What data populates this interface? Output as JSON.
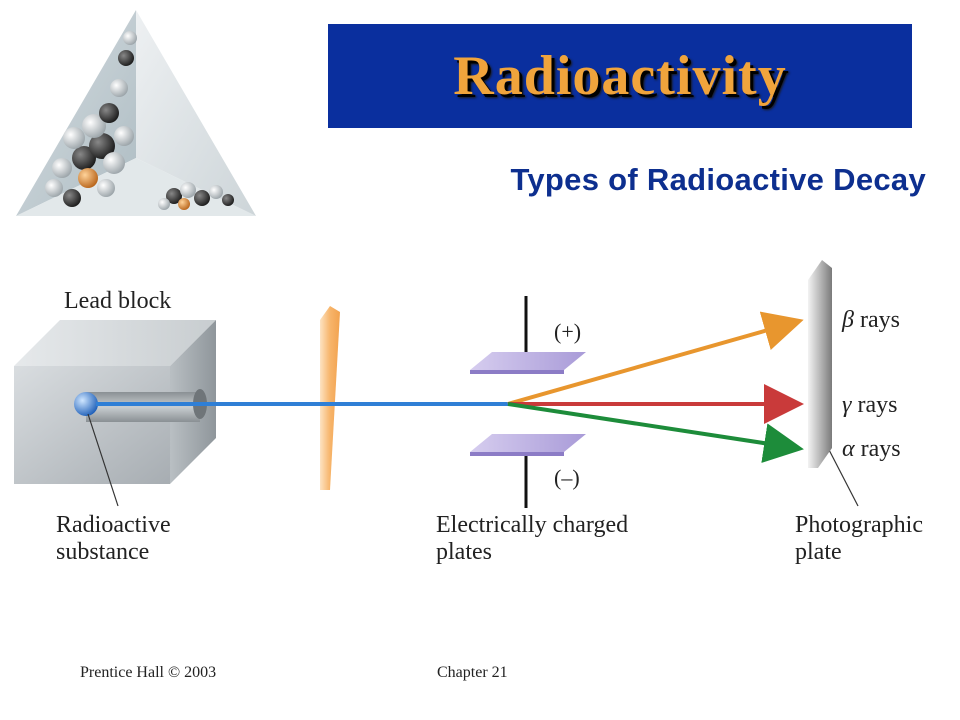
{
  "slide": {
    "title": "Radioactivity",
    "subtitle": "Types of Radioactive Decay"
  },
  "diagram": {
    "lead_block_label": "Lead block",
    "source_label_line1": "Radioactive",
    "source_label_line2": "substance",
    "plates_label_line1": "Electrically charged",
    "plates_label_line2": "plates",
    "photo_label_line1": "Photographic",
    "photo_label_line2": "plate",
    "plus_label": "(+)",
    "minus_label": "(–)",
    "rays": [
      {
        "symbol": "β",
        "text": "rays",
        "color": "#e8962e"
      },
      {
        "symbol": "γ",
        "text": "rays",
        "color": "#c93a3a"
      },
      {
        "symbol": "α",
        "text": "rays",
        "color": "#1d8c3a"
      }
    ],
    "beam_color": "#2f7fd6"
  },
  "footer": {
    "left": "Prentice Hall © 2003",
    "right": "Chapter 21"
  }
}
